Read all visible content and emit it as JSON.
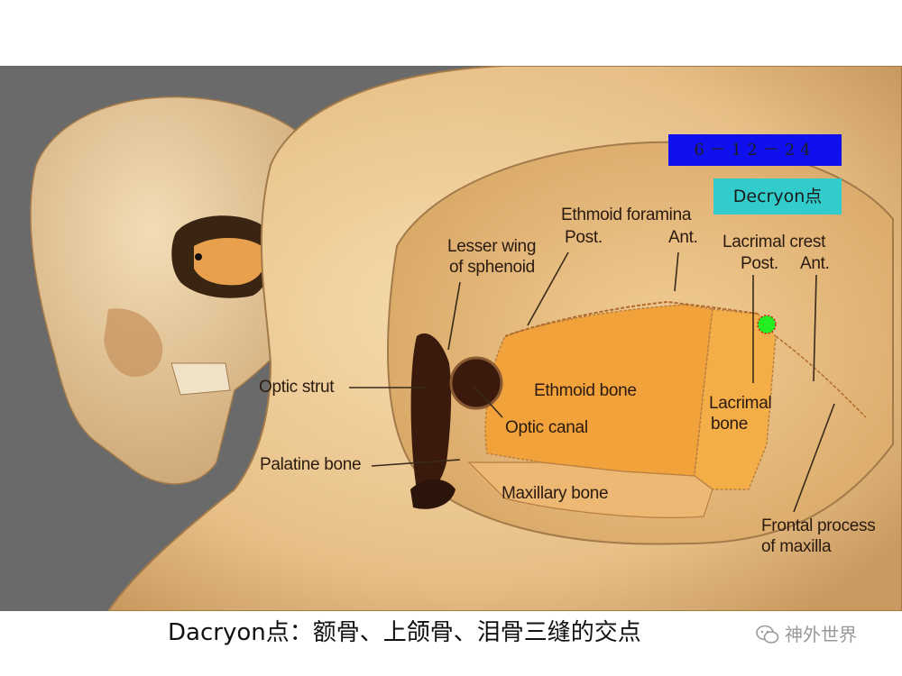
{
  "figure": {
    "code_box": "6－12－24",
    "point_box": "Decryon点",
    "labels": {
      "ethmoid_foramina": "Ethmoid foramina",
      "post_foramina": "Post.",
      "ant_foramina": "Ant.",
      "lacrimal_crest": "Lacrimal crest",
      "post_crest": "Post.",
      "ant_crest": "Ant.",
      "lesser_wing_1": "Lesser wing",
      "lesser_wing_2": "of sphenoid",
      "optic_strut": "Optic strut",
      "ethmoid_bone": "Ethmoid bone",
      "optic_canal": "Optic canal",
      "lacrimal_1": "Lacrimal",
      "lacrimal_2": "bone",
      "palatine_bone": "Palatine bone",
      "maxillary_bone": "Maxillary bone",
      "frontal_process_1": "Frontal process",
      "frontal_process_2": "of maxilla"
    },
    "marker_color": "#22ee22"
  },
  "caption": "Dacryon点：额骨、上颌骨、泪骨三缝的交点",
  "watermark": {
    "icon": "wechat-icon",
    "text": "神外世界"
  }
}
